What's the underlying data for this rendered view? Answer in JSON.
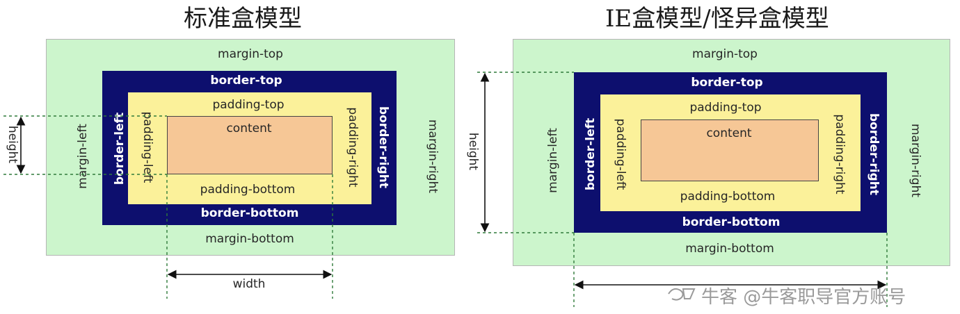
{
  "left": {
    "title": "标准盒模型",
    "margin_top": "margin-top",
    "margin_bottom": "margin-bottom",
    "margin_left": "margin-left",
    "margin_right": "margin-right",
    "border_top": "border-top",
    "border_bottom": "border-bottom",
    "border_left": "border-left",
    "border_right": "border-right",
    "padding_top": "padding-top",
    "padding_bottom": "padding-bottom",
    "padding_left": "padding-left",
    "padding_right": "padding-right",
    "content": "content",
    "height": "height",
    "width": "width"
  },
  "right": {
    "title": "IE盒模型/怪异盒模型",
    "margin_top": "margin-top",
    "margin_bottom": "margin-bottom",
    "margin_left": "margin-left",
    "margin_right": "margin-right",
    "border_top": "border-top",
    "border_bottom": "border-bottom",
    "border_left": "border-left",
    "border_right": "border-right",
    "padding_top": "padding-top",
    "padding_bottom": "padding-bottom",
    "padding_left": "padding-left",
    "padding_right": "padding-right",
    "content": "content",
    "height": "height"
  },
  "watermark": "牛客 @牛客职导官方账号",
  "colors": {
    "margin": "#ccf5cc",
    "border": "#0d0f6e",
    "padding": "#fbf19a",
    "content": "#f6c796"
  }
}
